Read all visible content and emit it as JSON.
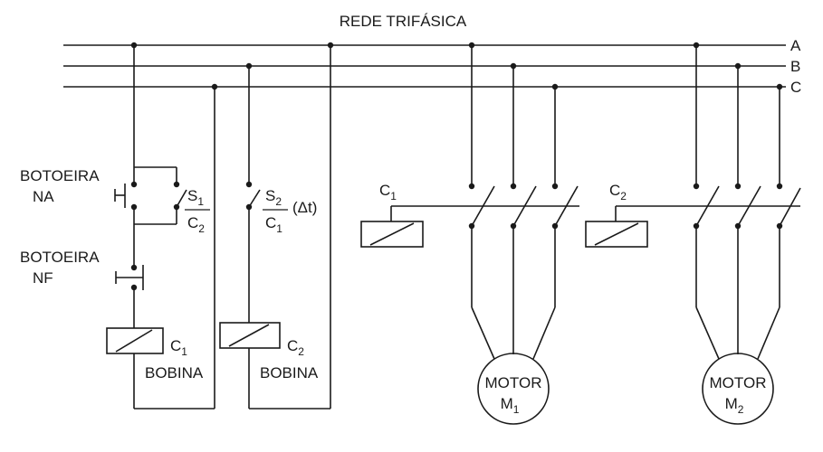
{
  "title": "REDE TRIFÁSICA",
  "phases": [
    "A",
    "B",
    "C"
  ],
  "control": {
    "pb_na": {
      "line1": "BOTOEIRA",
      "line2": "NA"
    },
    "pb_nf": {
      "line1": "BOTOEIRA",
      "line2": "NF"
    },
    "s1": {
      "num": "S",
      "num_sub": "1",
      "den": "C",
      "den_sub": "2"
    },
    "s2": {
      "num": "S",
      "num_sub": "2",
      "den": "C",
      "den_sub": "1",
      "note": "(Δt)"
    },
    "coil1": {
      "name": "C",
      "name_sub": "1",
      "label": "BOBINA"
    },
    "coil2": {
      "name": "C",
      "name_sub": "2",
      "label": "BOBINA"
    }
  },
  "power": {
    "contactor1": {
      "name": "C",
      "name_sub": "1"
    },
    "contactor2": {
      "name": "C",
      "name_sub": "2"
    },
    "motor1": {
      "line1": "MOTOR",
      "line2": "M",
      "line2_sub": "1"
    },
    "motor2": {
      "line1": "MOTOR",
      "line2": "M",
      "line2_sub": "2"
    }
  }
}
